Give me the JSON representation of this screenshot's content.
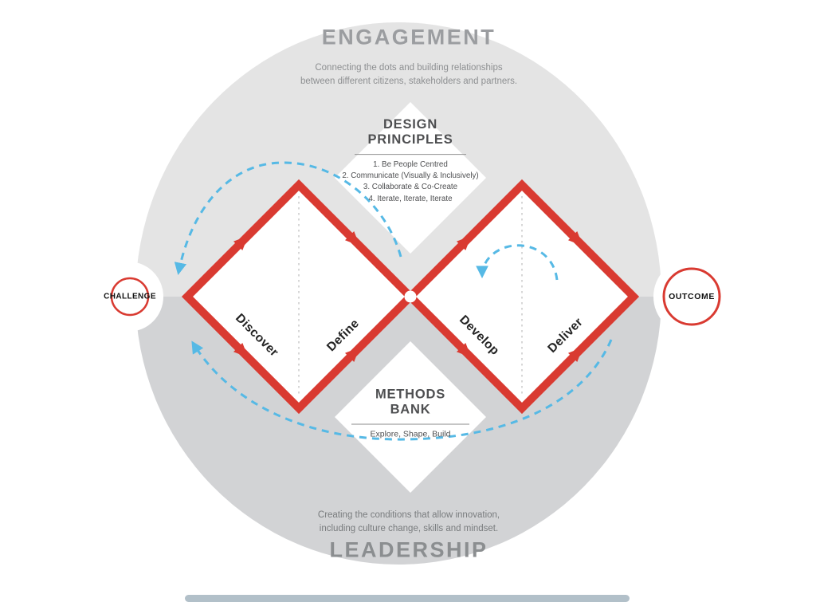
{
  "diagram": {
    "engagement": {
      "title": "ENGAGEMENT",
      "subtitle_line1": "Connecting the dots and building relationships",
      "subtitle_line2": "between different citizens, stakeholders and partners."
    },
    "leadership": {
      "title": "LEADERSHIP",
      "subtitle_line1": "Creating the conditions that allow innovation,",
      "subtitle_line2": "including culture change, skills and mindset."
    },
    "design_principles": {
      "heading_line1": "DESIGN",
      "heading_line2": "PRINCIPLES",
      "items": [
        "1. Be People Centred",
        "2. Communicate (Visually & Inclusively)",
        "3. Collaborate & Co-Create",
        "4. Iterate, Iterate, Iterate"
      ]
    },
    "methods_bank": {
      "heading_line1": "METHODS",
      "heading_line2": "BANK",
      "subtitle": "Explore, Shape, Build"
    },
    "phases": {
      "discover": "Discover",
      "define": "Define",
      "develop": "Develop",
      "deliver": "Deliver"
    },
    "endpoints": {
      "challenge": "CHALLENGE",
      "outcome": "OUTCOME"
    },
    "colors": {
      "diamond_red": "#d93a31",
      "arrow_blue": "#56b9e5",
      "engagement_gray": "#e4e4e4",
      "leadership_gray": "#d2d3d5",
      "guide_gray": "#c6c6c6",
      "heading_gray": "#9b9da0"
    }
  }
}
